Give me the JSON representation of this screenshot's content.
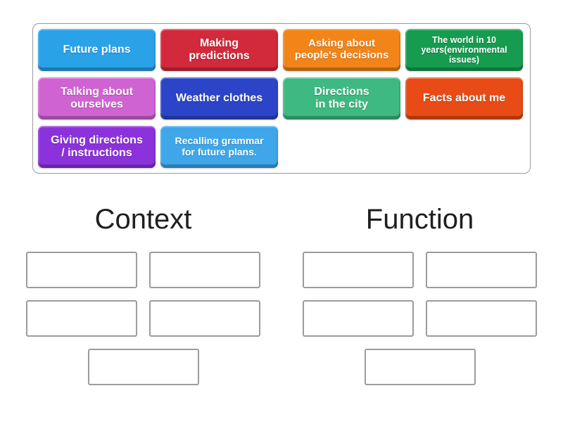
{
  "tray": {
    "tiles": [
      {
        "label": "Future plans",
        "lines": [
          "Future plans"
        ],
        "color": "#29a2e8",
        "size": "md"
      },
      {
        "label": "Making predictions",
        "lines": [
          "Making",
          "predictions"
        ],
        "color": "#d2293b",
        "size": "md"
      },
      {
        "label": "Asking about people's decisions",
        "lines": [
          "Asking about",
          "people's decisions"
        ],
        "color": "#f28418",
        "size": "sm"
      },
      {
        "label": "The world in 10 years(environmental issues)",
        "lines": [
          "The world in 10",
          "years(environmental",
          "issues)"
        ],
        "color": "#169c4f",
        "size": "xxs"
      },
      {
        "label": "Talking about ourselves",
        "lines": [
          "Talking about",
          "ourselves"
        ],
        "color": "#cf63d2",
        "size": "md"
      },
      {
        "label": "Weather clothes",
        "lines": [
          "Weather clothes"
        ],
        "color": "#2b44c8",
        "size": "md"
      },
      {
        "label": "Directions in the city",
        "lines": [
          "Directions",
          "in the city"
        ],
        "color": "#3eb981",
        "size": "md"
      },
      {
        "label": "Facts about me",
        "lines": [
          "Facts about me"
        ],
        "color": "#e84b15",
        "size": "md"
      },
      {
        "label": "Giving directions / instructions",
        "lines": [
          "Giving directions",
          "/ instructions"
        ],
        "color": "#8c32dc",
        "size": "md"
      },
      {
        "label": "Recalling grammar for future plans.",
        "lines": [
          "Recalling grammar",
          "for future plans."
        ],
        "color": "#3ea6e9",
        "size": "xs"
      }
    ]
  },
  "groups": [
    {
      "title": "Context",
      "slot_count": 5
    },
    {
      "title": "Function",
      "slot_count": 5
    }
  ]
}
